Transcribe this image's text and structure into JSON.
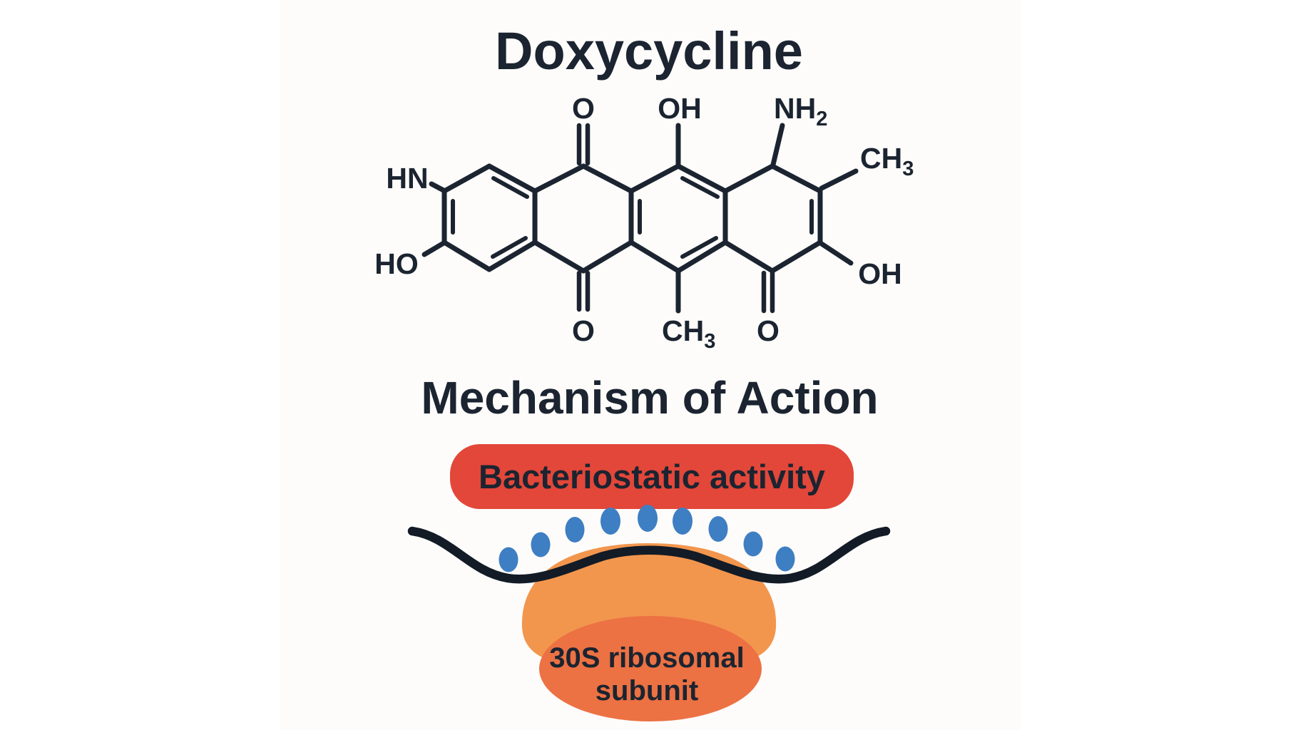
{
  "page": {
    "background": "#FFFFFF",
    "panel_background": "#FDFCFA",
    "text_color": "#1B2430"
  },
  "title": "Doxycycline",
  "molecule": {
    "bond_color": "#1B2430",
    "labels": {
      "hn": "HN",
      "ho": "HO",
      "o_top": "O",
      "oh_top": "OH",
      "nh2_main": "NH",
      "nh2_sub": "2",
      "ch3_top_main": "CH",
      "ch3_top_sub": "3",
      "oh_right": "OH",
      "o_bottom_left": "O",
      "ch3_bottom_main": "CH",
      "ch3_bottom_sub": "3",
      "o_bottom_right": "O"
    }
  },
  "mechanism": {
    "heading": "Mechanism of Action",
    "badge": {
      "label": "Bacteriostatic activity",
      "background": "#E2473A",
      "text_color": "#FFFFFF"
    },
    "ribosome": {
      "label_line1": "30S ribosomal",
      "label_line2": "subunit",
      "label_color": "#FFFFFF",
      "cap_color": "#F2964E",
      "body_color": "#EC7143",
      "mrna_color": "#121B26",
      "drug_dot_color": "#3E7EC3",
      "drug_dot_count": 9
    }
  }
}
